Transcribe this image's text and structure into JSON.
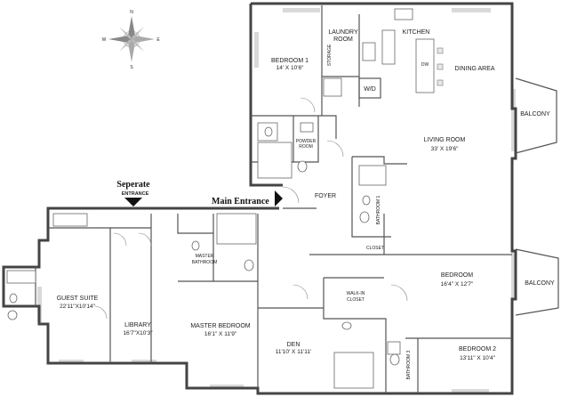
{
  "rooms": {
    "bedroom1": {
      "name": "BEDROOM 1",
      "size": "14' X 10'6\""
    },
    "laundry": {
      "line1": "LAUNDRY",
      "line2": "ROOM"
    },
    "storage": {
      "name": "STORAGE"
    },
    "kitchen": {
      "name": "KITCHEN"
    },
    "dw": {
      "name": "DW"
    },
    "wd": {
      "name": "W/D"
    },
    "dining": {
      "name": "DINING AREA"
    },
    "balcony_top": {
      "name": "BALCONY"
    },
    "balcony_bottom": {
      "name": "BALCONY"
    },
    "powder": {
      "line1": "POWDER",
      "line2": "ROOM"
    },
    "living": {
      "name": "LIVING ROOM",
      "size": "33' X 19'6\""
    },
    "foyer": {
      "name": "FOYER"
    },
    "bathroom1": {
      "name": "BATHROOM 1"
    },
    "closet": {
      "name": "CLOSET"
    },
    "bedroom": {
      "name": "BEDROOM",
      "size": "16'4\" X 12'7\""
    },
    "master_bath": {
      "line1": "MASTER",
      "line2": "BATHROOM"
    },
    "walkin": {
      "line1": "WALK-IN",
      "line2": "CLOSET"
    },
    "guest": {
      "name": "GUEST  SUITE",
      "size": "22'11\"X10'14\""
    },
    "library": {
      "name": "LIBRARY",
      "size": "16'7\"X10'3\""
    },
    "master_bed": {
      "name": "MASTER BEDROOM",
      "size": "16'1\" X 11'9\""
    },
    "den": {
      "name": "DEN",
      "size": "11'10' X 11'11'"
    },
    "bedroom2": {
      "name": "BEDROOM 2",
      "size": "13'11\" X 10'4\""
    },
    "bathroom3": {
      "name": "BATHROOM 3"
    }
  },
  "entrances": {
    "separate_title": "Seperate",
    "separate_sub": "ENTRANCE",
    "main": "Main Entrance"
  },
  "compass": {
    "n": "N",
    "s": "S",
    "e": "E",
    "w": "W"
  },
  "colors": {
    "wall": "#444444",
    "window": "#d9d9d9",
    "arrow": "#111111"
  }
}
